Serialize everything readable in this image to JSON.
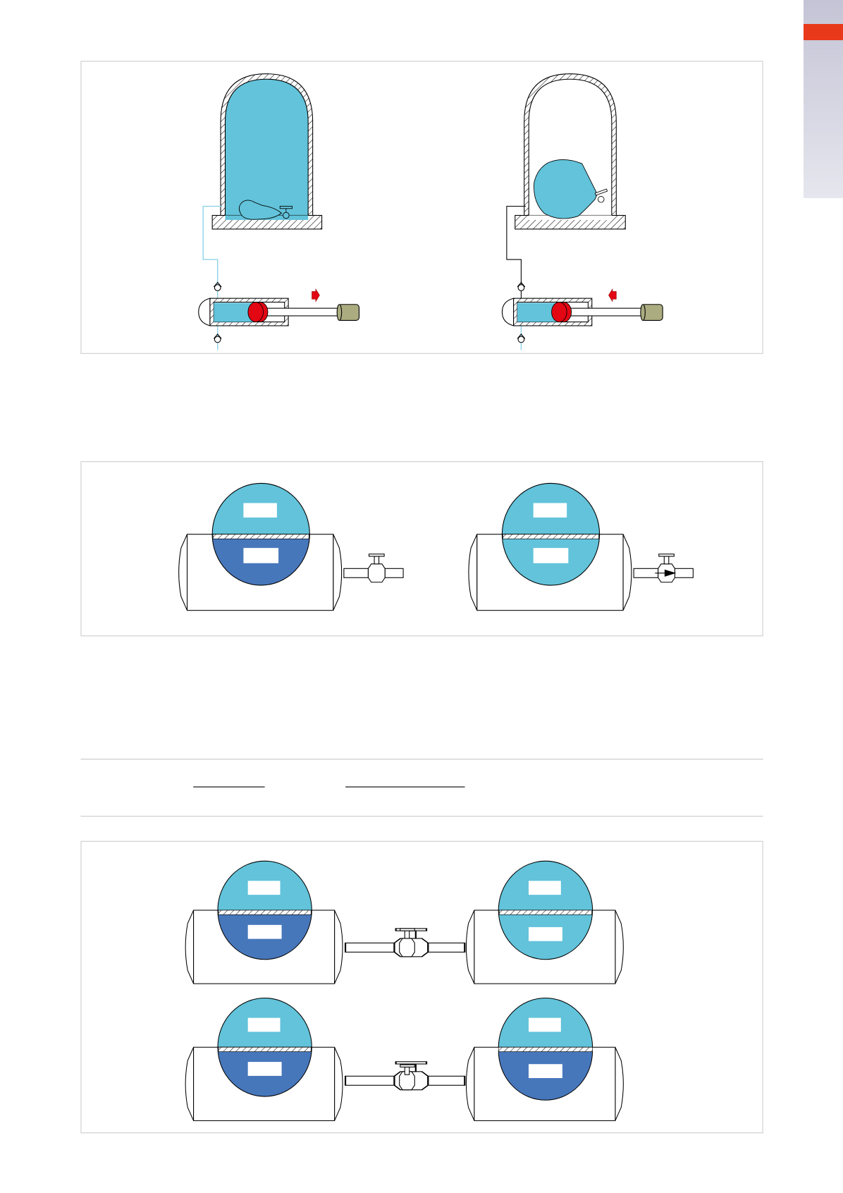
{
  "colors": {
    "fluid_light": "#62c3da",
    "fluid_dark": "#4777bb",
    "piston": "#e30613",
    "knob": "#abac80",
    "accent_tab": "#e8391b",
    "frame": "#d4d4d4"
  },
  "figures": [
    {
      "name": "bell-and-pump-diagram"
    },
    {
      "name": "tank-valve-diagram"
    },
    {
      "name": "connected-tanks-diagram"
    }
  ]
}
